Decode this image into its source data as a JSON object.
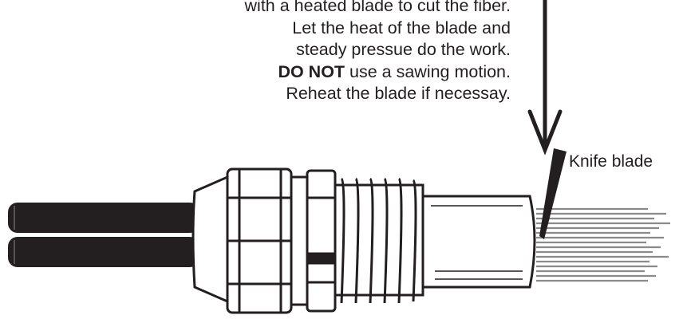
{
  "instructions": {
    "line1": "with a heated blade to cut the fiber.",
    "line2": "Let the heat of the blade and",
    "line3": "steady pressue do the work.",
    "line4_bold": "DO NOT",
    "line4_rest": " use a sawing motion.",
    "line5": "Reheat the blade if necessay."
  },
  "labels": {
    "knife_blade": "Knife blade"
  },
  "colors": {
    "ink": "#231f20",
    "fiber": "#8a8a8a"
  }
}
